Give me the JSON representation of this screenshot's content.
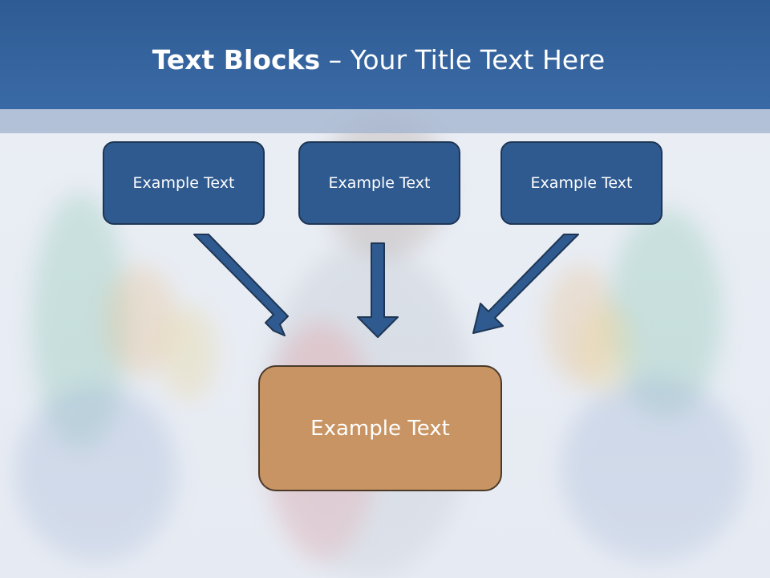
{
  "title": {
    "bold": "Text Blocks",
    "dash": " – ",
    "rest": "Your Title Text Here"
  },
  "blocks": {
    "left": "Example Text",
    "center": "Example Text",
    "right": "Example Text",
    "target": "Example Text"
  },
  "colors": {
    "header": "#2e5b93",
    "block_fill": "#2f5a90",
    "block_border": "#1e3654",
    "target_fill": "#c99463",
    "arrow": "#2f5a90"
  }
}
